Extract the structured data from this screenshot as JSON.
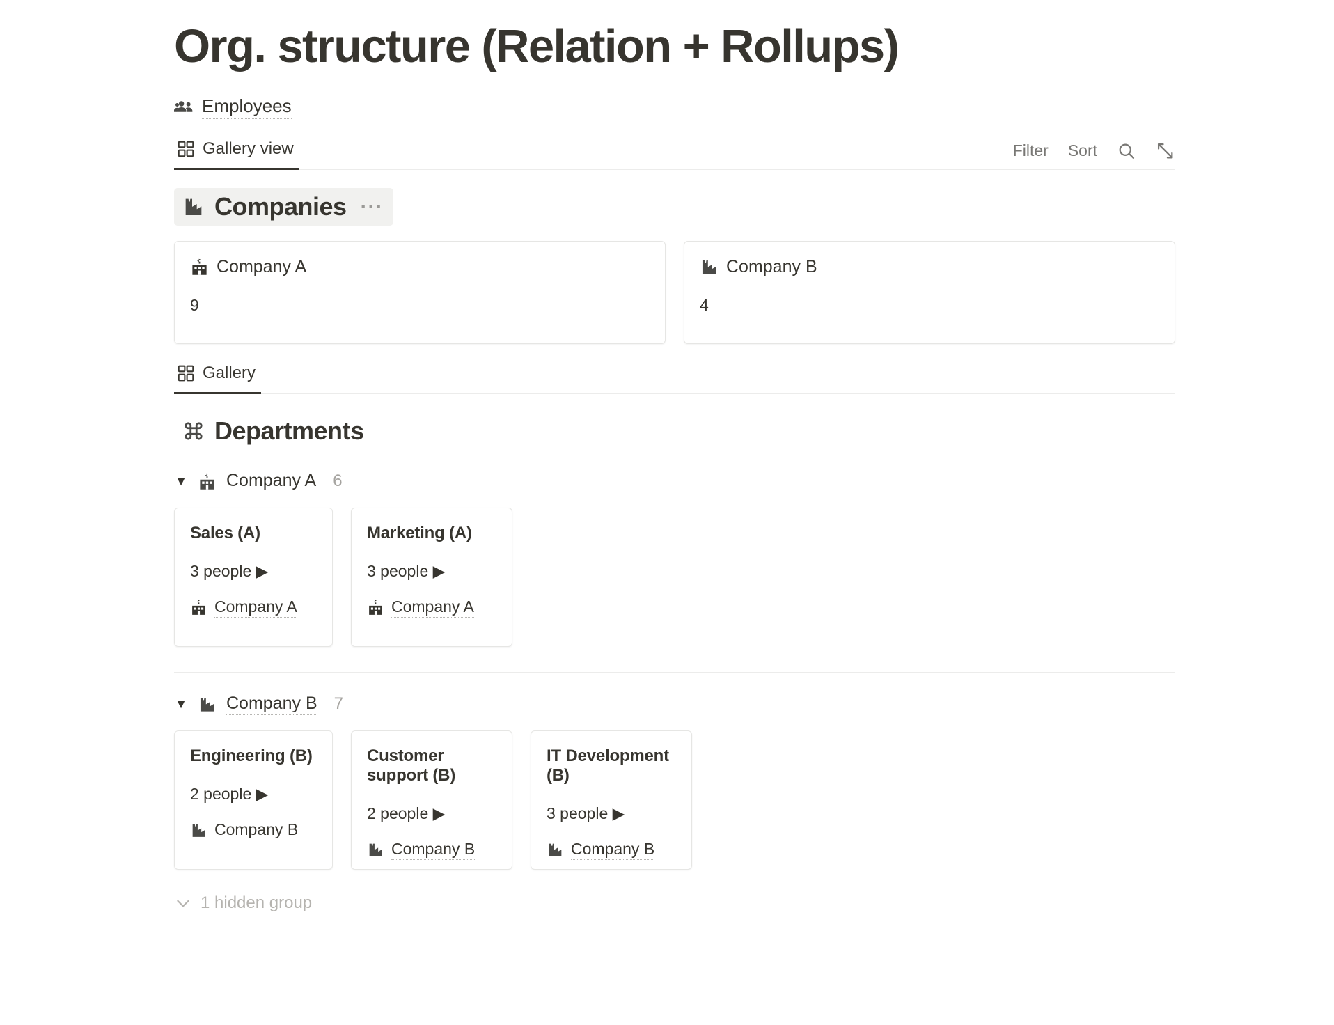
{
  "page": {
    "title": "Org. structure (Relation + Rollups)",
    "source_link": {
      "label": "Employees",
      "icon": "people-group-icon"
    }
  },
  "view_bar": {
    "tabs": [
      {
        "label": "Gallery view",
        "icon": "gallery-grid-icon",
        "active": true
      }
    ],
    "actions": [
      {
        "label": "Filter",
        "name": "filter-button"
      },
      {
        "label": "Sort",
        "name": "sort-button"
      }
    ],
    "icons": [
      {
        "name": "search-icon"
      },
      {
        "name": "expand-icon"
      }
    ]
  },
  "companies_section": {
    "heading": "Companies",
    "heading_icon": "factory-icon",
    "menu": "···",
    "cards": [
      {
        "title": "Company A",
        "icon": "school-building-icon",
        "value": "9"
      },
      {
        "title": "Company B",
        "icon": "factory-icon",
        "value": "4"
      }
    ]
  },
  "departments_view_bar": {
    "tabs": [
      {
        "label": "Gallery",
        "icon": "gallery-grid-icon",
        "active": true
      }
    ]
  },
  "departments_section": {
    "heading": "Departments",
    "heading_icon": "command-icon",
    "groups": [
      {
        "name": "Company A",
        "icon": "school-building-icon",
        "count": "6",
        "caret": "▼",
        "cards": [
          {
            "title": "Sales (A)",
            "people": "3 people ▶",
            "relation": "Company A",
            "relation_icon": "school-building-icon"
          },
          {
            "title": "Marketing (A)",
            "people": "3 people ▶",
            "relation": "Company A",
            "relation_icon": "school-building-icon"
          }
        ]
      },
      {
        "name": "Company B",
        "icon": "factory-icon",
        "count": "7",
        "caret": "▼",
        "cards": [
          {
            "title": "Engineering (B)",
            "people": "2 people ▶",
            "relation": "Company B",
            "relation_icon": "factory-icon"
          },
          {
            "title": "Customer support (B)",
            "people": "2 people ▶",
            "relation": "Company B",
            "relation_icon": "factory-icon"
          },
          {
            "title": "IT Development (B)",
            "people": "3 people ▶",
            "relation": "Company B",
            "relation_icon": "factory-icon"
          }
        ]
      }
    ],
    "hidden_group": {
      "label": "1 hidden group",
      "icon": "chevron-down-icon"
    }
  },
  "colors": {
    "text": "#37352f",
    "muted": "#787774",
    "light": "#b5b3af",
    "border": "#e6e6e4",
    "highlight": "#f1f1ef"
  }
}
